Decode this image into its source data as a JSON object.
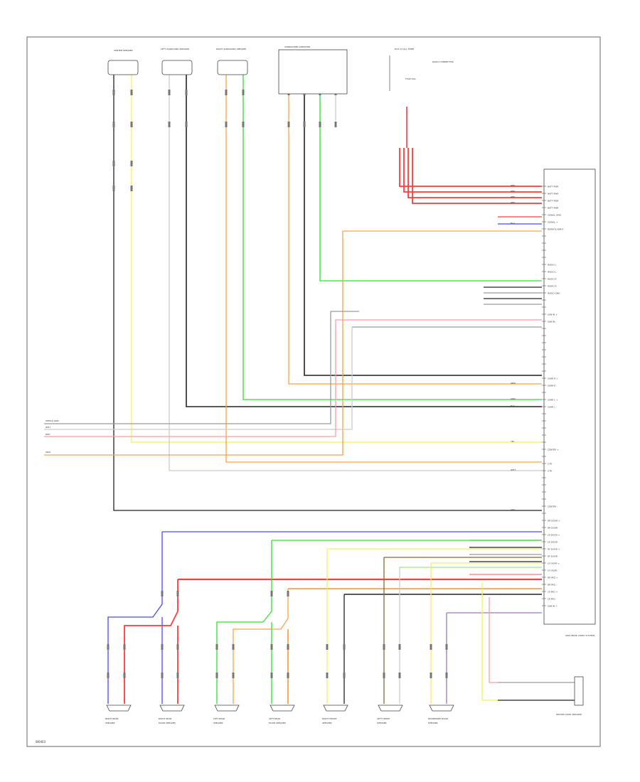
{
  "colors": {
    "red": "#ff3b3b",
    "pink": "#ff9aa6",
    "orange": "#ffa040",
    "green": "#2ee02e",
    "yellow": "#f2f25a",
    "blue": "#4646ff",
    "black": "#222222",
    "gray": "#9a9a9a",
    "lightgray": "#cccccc",
    "brown": "#8a6a2a",
    "lightgreen": "#9dea7a",
    "purple": "#9a7ab4"
  },
  "top_components": [
    {
      "id": "c1",
      "label": "CENTER SPEAKER"
    },
    {
      "id": "c2",
      "label": "LEFT SURROUND SPEAKER"
    },
    {
      "id": "c3",
      "label": "RIGHT SURROUND SPEAKER"
    },
    {
      "id": "c4",
      "label": "SUBWOOFER AMPLIFIER"
    },
    {
      "id": "c5",
      "label": "HOT AT ALL TIMES"
    }
  ],
  "fuse": {
    "label": "FUSE 20A"
  },
  "radio_connector": {
    "label": "RADIO CONNECTOR"
  },
  "amplifier": {
    "label": "AMP (BOSE AUDIO SYSTEM)",
    "pins": [
      "BATT PWR",
      "BATT PWR",
      "BATT PWR",
      "BATT PWR",
      "SIGNAL GND",
      "SIGNAL +",
      "REMOTE INPUT",
      "",
      "",
      "",
      "",
      "RADIO L",
      "RADIO L -",
      "RADIO R",
      "RADIO R -",
      "RADIO GND",
      "",
      "",
      "SUB IN +",
      "SUB IN -",
      "",
      "",
      "",
      "",
      "",
      "",
      "",
      "SURR R +",
      "SURR R -",
      "",
      "SURR L +",
      "SURR L -",
      "",
      "",
      "",
      "",
      "",
      "CENTER +",
      "",
      "CTR -",
      "CTR -",
      "",
      "",
      "",
      "",
      "CENTER -",
      "",
      "RR DOOR +",
      "RR DOOR -",
      "LR DOOR +",
      "LR DOOR -",
      "RF DOOR +",
      "RF DOOR -",
      "LF DOOR +",
      "LF DOOR -",
      "RR PKG +",
      "RR PKG -",
      "LR PKG +",
      "LR PKG -",
      "SUB IN +"
    ]
  },
  "left_labels": [
    "SHIELD GND",
    "WHT",
    "RED",
    "ORN"
  ],
  "wire_labels": [
    "RED",
    "RED",
    "RED",
    "RED",
    "BLU",
    "ORN",
    "GRN",
    "BLK",
    "WHT",
    "YEL",
    "GRY"
  ],
  "bottom_components": [
    {
      "id": "s1",
      "label": "RIGHT REAR SPEAKER"
    },
    {
      "id": "s2",
      "label": "RIGHT REAR DOOR SPEAKER"
    },
    {
      "id": "s3",
      "label": "LEFT REAR SPEAKER"
    },
    {
      "id": "s4",
      "label": "LEFT REAR DOOR SPEAKER"
    },
    {
      "id": "s5",
      "label": "RIGHT FRONT SPEAKER"
    },
    {
      "id": "s6",
      "label": "LEFT FRONT SPEAKER"
    },
    {
      "id": "s7",
      "label": "PASSENGER DOOR SPEAKER"
    }
  ],
  "right_bottom_component": {
    "label": "DRIVER DOOR SPEAKER"
  },
  "diagram_id": "W0403"
}
